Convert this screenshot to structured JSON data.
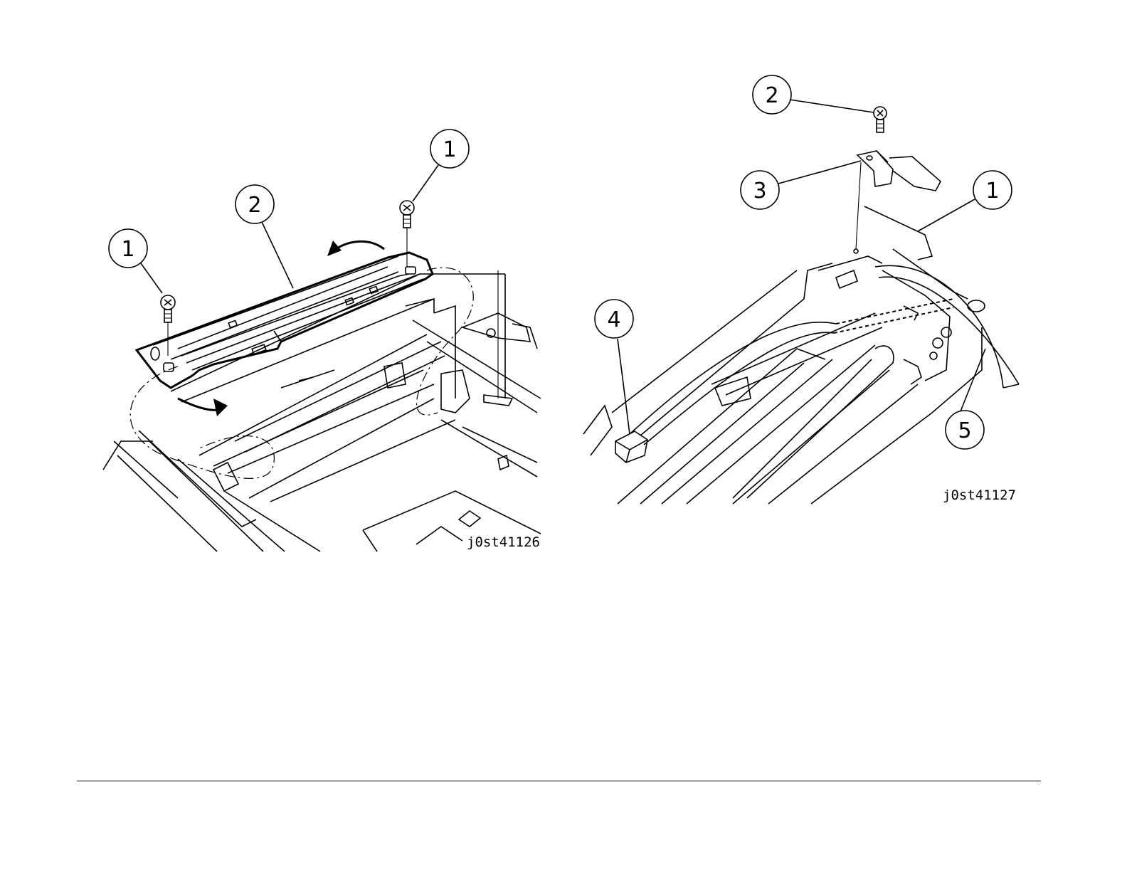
{
  "figures": [
    {
      "id": "j0st41126",
      "callouts": [
        "1",
        "2",
        "1"
      ]
    },
    {
      "id": "j0st41127",
      "callouts": [
        "2",
        "3",
        "1",
        "4",
        "5"
      ]
    }
  ]
}
